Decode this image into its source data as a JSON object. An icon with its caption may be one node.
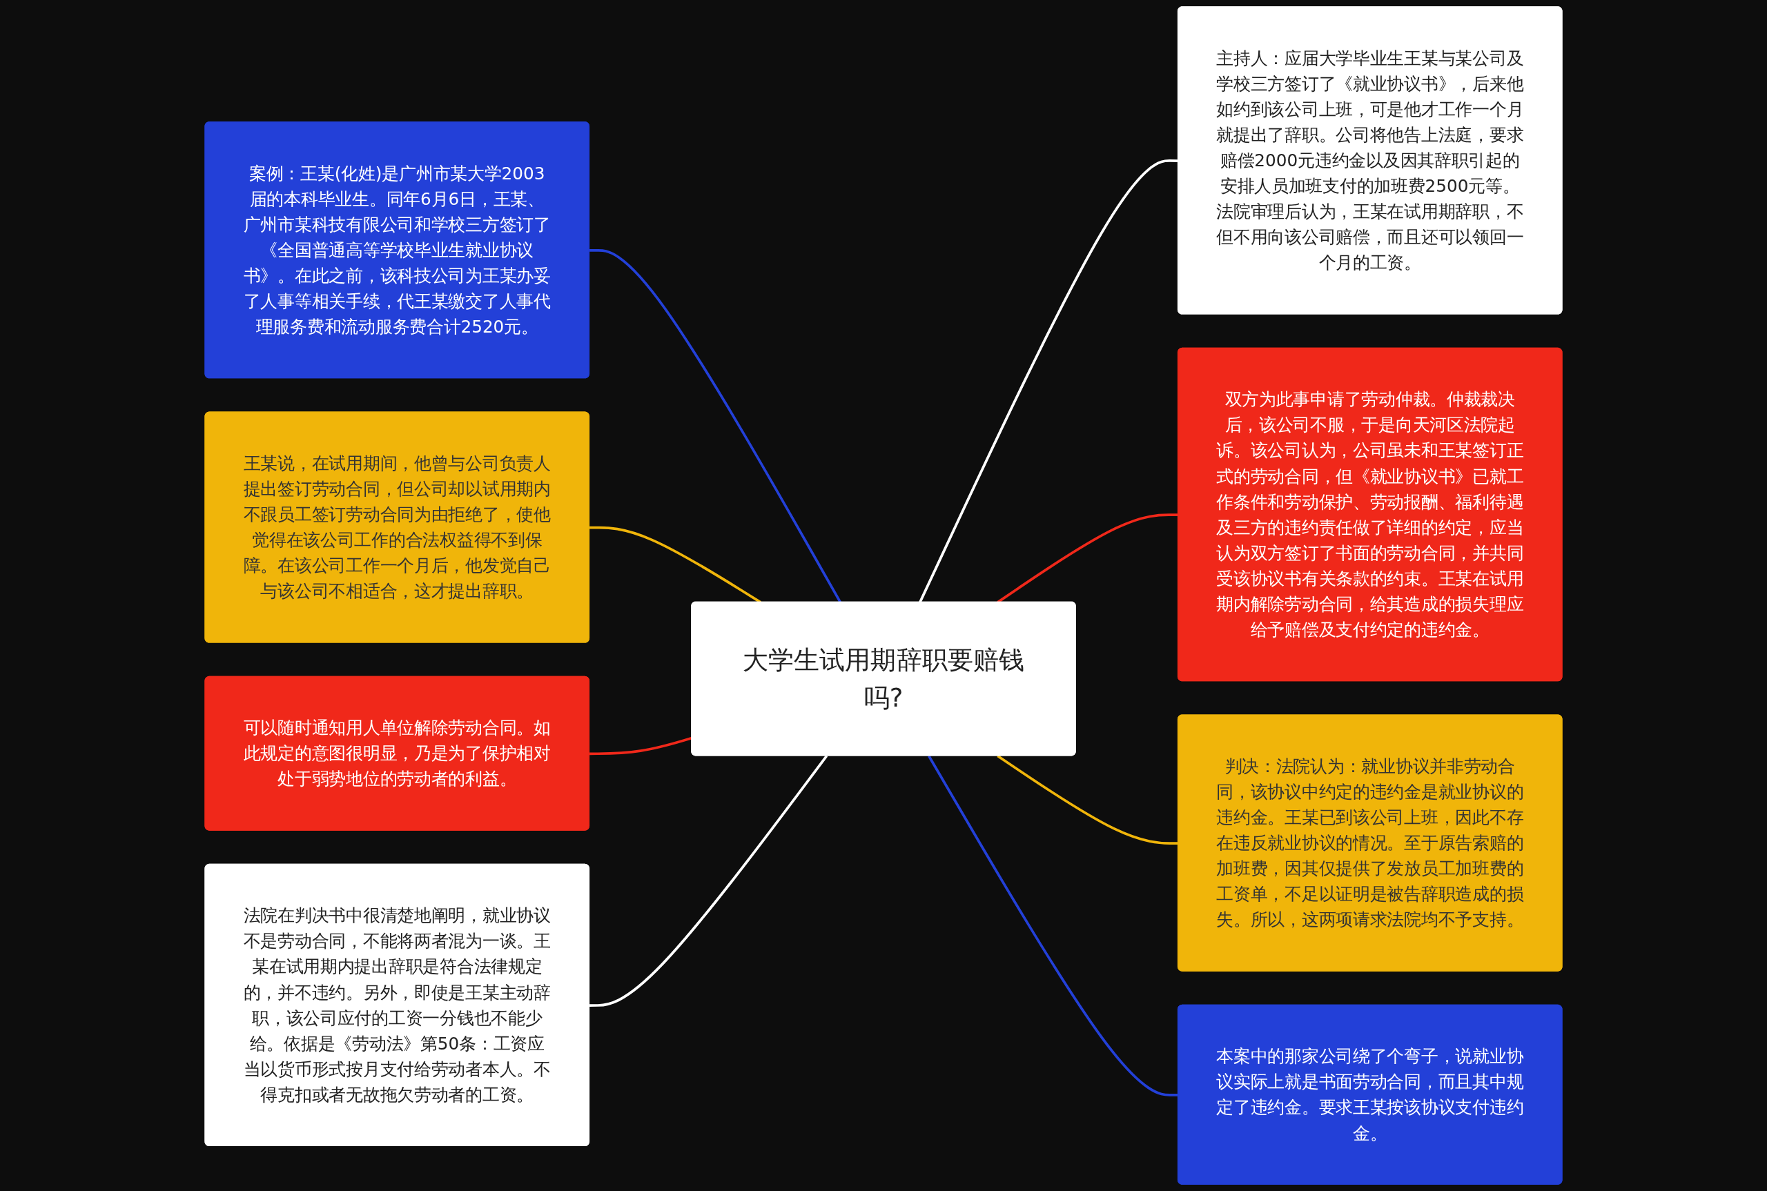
{
  "diagram": {
    "nodes": [
      {
        "text": [
          "大学生试用期辞职要赔钱吗?"
        ]
      },
      {
        "text": [
          "案例：王某(化姓)是广州市某大学2003届的本科毕业生。同年6月6日，王某、广州市某科技有限公司和学校三方签订了《全国普通高等学校毕业生就业协议书》。在此之前，该科技公司为王某办妥了人事等相关手续，代王某缴交了人事代理服务费和流动服务费合计2520元。"
        ]
      },
      {
        "text": [
          "王某说，在试用期间，他曾与公司负责人提出签订劳动合同，但公司却以试用期内不跟员工签订劳动合同为由拒绝了，使他觉得在该公司工作的合法权益得不到保障。在该公司工作一个月后，他发觉自己与该公司不相适合，这才提出辞职。"
        ]
      },
      {
        "text": [
          "可以随时通知用人单位解除劳动合同。如此规定的意图很明显，乃是为了保护相对处于弱势地位的劳动者的利益。"
        ]
      },
      {
        "text": [
          "法院在判决书中很清楚地阐明，就业协议不是劳动合同，不能将两者混为一谈。王某在试用期内提出辞职是符合法律规定的，并不违约。另外，即使是王某主动辞职，该公司应付的工资一分钱也不能少给。依据是《劳动法》第50条：工资应当以货币形式按月支付给劳动者本人。不得克扣或者无故拖欠劳动者的工资。"
        ]
      },
      {
        "text": [
          "主持人：应届大学毕业生王某与某公司及学校三方签订了《就业协议书》，后来他如约到该公司上班，可是他才工作一个月就提出了辞职。公司将他告上法庭，要求赔偿2000元违约金以及因其辞职引起的安排人员加班支付的加班费2500元等。法院审理后认为，王某在试用期辞职，不但不用向该公司赔偿，而且还可以领回一个月的工资。"
        ]
      },
      {
        "text": [
          "双方为此事申请了劳动仲裁。仲裁裁决后，该公司不服，于是向天河区法院起诉。该公司认为，公司虽未和王某签订正式的劳动合同，但《就业协议书》已就工作条件和劳动保护、劳动报酬、福利待遇及三方的违约责任做了详细的约定，应当认为双方签订了书面的劳动合同，并共同受该协议书有关条款的约束。王某在试用期内解除劳动合同，给其造成的损失理应给予赔偿及支付约定的违约金。"
        ]
      },
      {
        "text": [
          "判决：法院认为：就业协议并非劳动合同，该协议中约定的违约金是就业协议的违约金。王某已到该公司上班，因此不存在违反就业协议的情况。至于原告索赔的加班费，因其仅提供了发放员工加班费的工资单，不足以证明是被告辞职造成的损失。所以，这两项请求法院均不予支持。"
        ]
      },
      {
        "text": [
          "本案中的那家公司绕了个弯子，说就业协议实际上就是书面劳动合同，而且其中规定了违约金。要求王某按该协议支付违约金。"
        ]
      }
    ],
    "edges": [
      {
        "from": 0,
        "to": 1,
        "arrow": "none",
        "color": "#2340d8"
      },
      {
        "from": 0,
        "to": 2,
        "arrow": "none",
        "color": "#f0b50a"
      },
      {
        "from": 0,
        "to": 3,
        "arrow": "none",
        "color": "#f0281a"
      },
      {
        "from": 0,
        "to": 4,
        "arrow": "none",
        "color": "#ffffff"
      },
      {
        "from": 0,
        "to": 5,
        "arrow": "none",
        "color": "#ffffff"
      },
      {
        "from": 0,
        "to": 6,
        "arrow": "none",
        "color": "#f0281a"
      },
      {
        "from": 0,
        "to": 7,
        "arrow": "none",
        "color": "#f0b50a"
      },
      {
        "from": 0,
        "to": 8,
        "arrow": "none",
        "color": "#2340d8"
      }
    ]
  }
}
